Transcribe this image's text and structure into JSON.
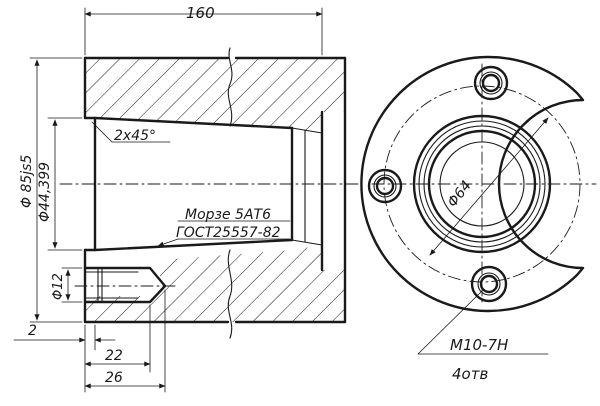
{
  "dimensions": {
    "overall_length": "160",
    "outer_diameter": "Φ 85js5",
    "bore_diameter": "Φ44,399",
    "chamfer": "2x45°",
    "thread_hole_diameter": "Φ12",
    "step_small": "2",
    "depth_22": "22",
    "depth_26": "26",
    "pcd_diameter": "Φ64"
  },
  "notes": {
    "taper_line1": "Морзе 5АТ6",
    "taper_line2": "ГОСТ25557-82",
    "thread_spec": "M10-7H",
    "hole_count": "4отв"
  }
}
